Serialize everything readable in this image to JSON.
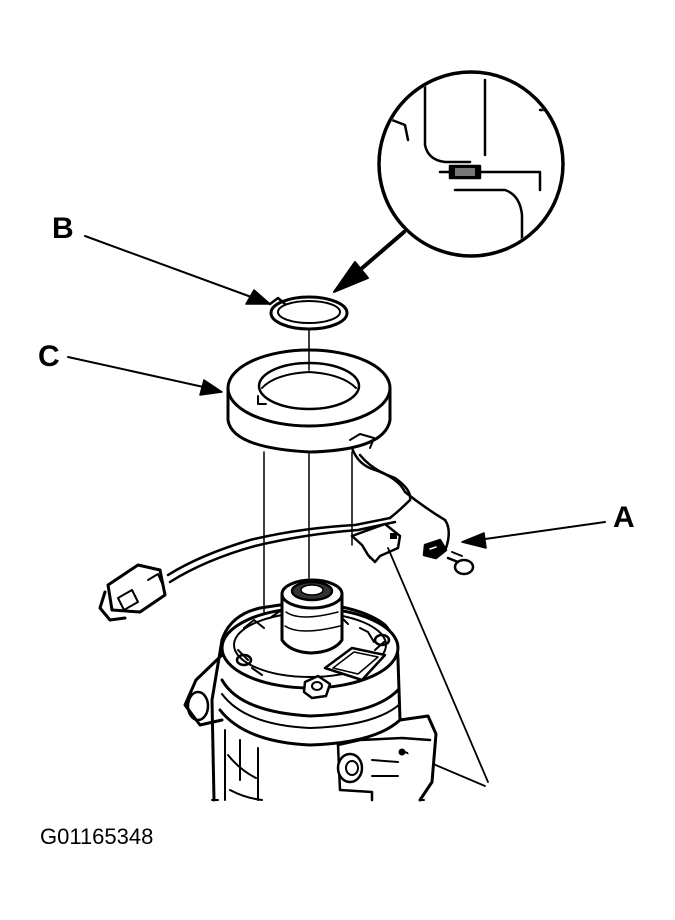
{
  "labels": {
    "a": "A",
    "b": "B",
    "c": "C"
  },
  "figure_id": "G01165348",
  "colors": {
    "ink": "#000000",
    "paper": "#ffffff"
  }
}
